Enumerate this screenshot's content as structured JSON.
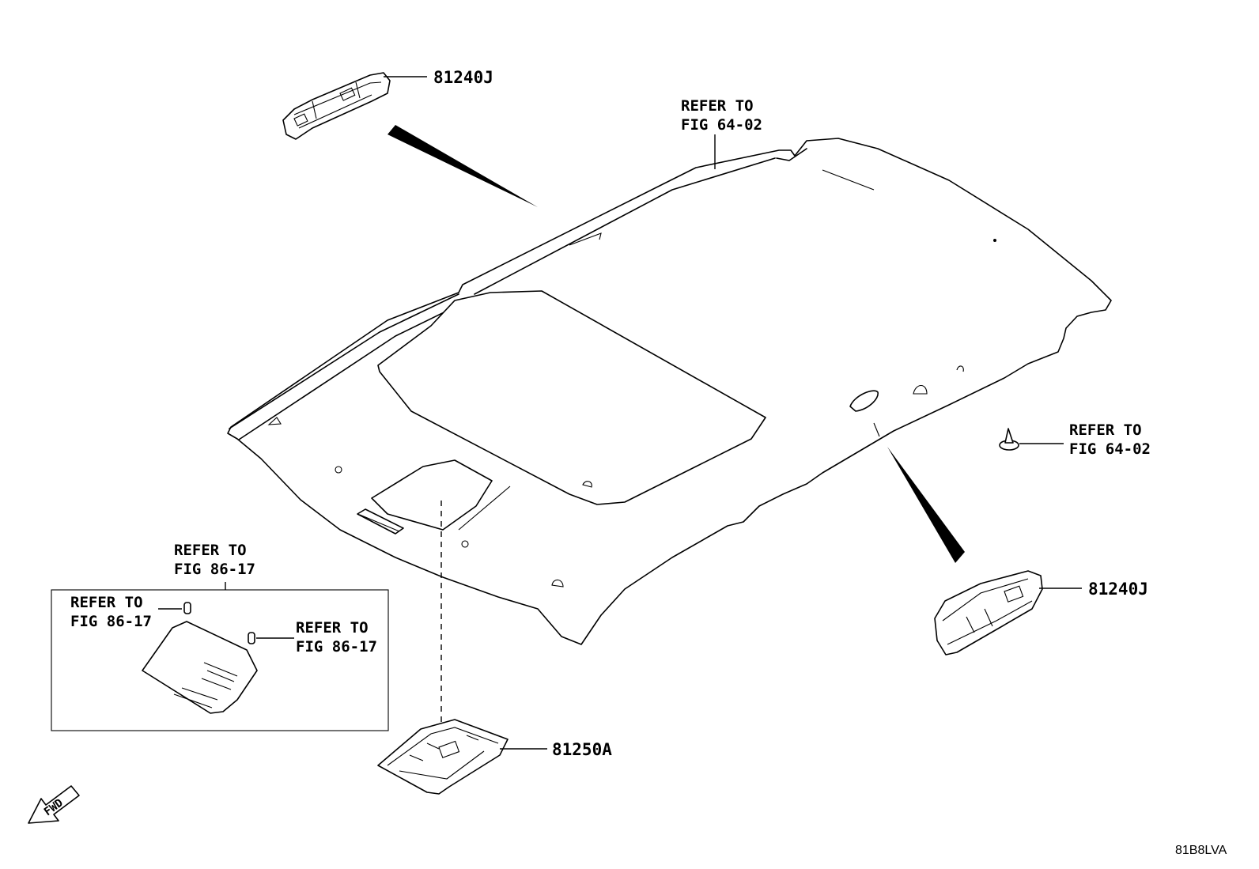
{
  "labels": {
    "refer_roof_top": {
      "line1": "REFER TO",
      "line2": "FIG 64-02"
    },
    "refer_clip_right": {
      "line1": "REFER TO",
      "line2": "FIG 64-02"
    },
    "refer_lamp_box_top": {
      "line1": "REFER TO",
      "line2": "FIG 86-17"
    },
    "refer_lamp_box_left": {
      "line1": "REFER TO",
      "line2": "FIG 86-17"
    },
    "refer_lamp_box_right": {
      "line1": "REFER TO",
      "line2": "FIG 86-17"
    }
  },
  "part_numbers": {
    "sun_visor_holder_top": "81240J",
    "sun_visor_holder_right": "81240J",
    "map_lamp": "81250A"
  },
  "fwd_arrow": "FWD",
  "diagram_code": "81B8LVA"
}
